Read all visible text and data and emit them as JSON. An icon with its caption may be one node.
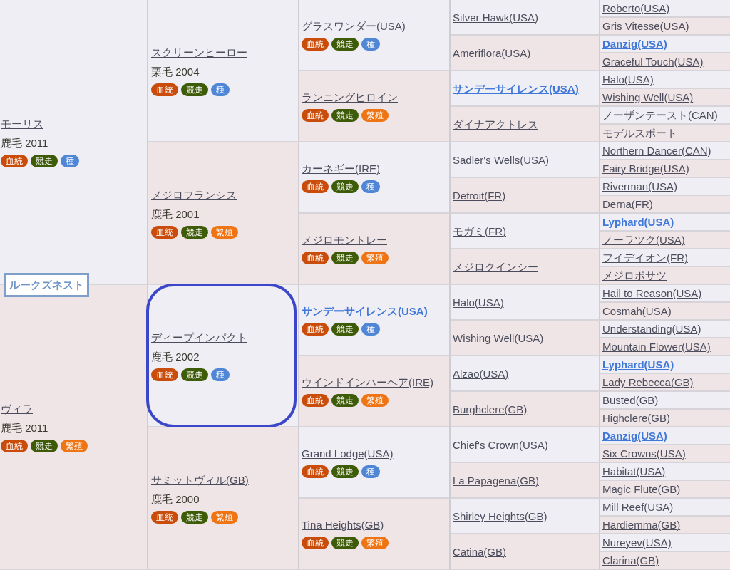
{
  "diagram": {
    "nodes": [
      {
        "text": [
          "モーリス",
          "鹿毛 2011"
        ]
      },
      {
        "text": [
          "血統"
        ],
        "in": 0
      },
      {
        "text": [
          "競走"
        ],
        "in": 0
      },
      {
        "text": [
          "種"
        ],
        "in": 0
      },
      {
        "text": [
          "スクリーンヒーロー",
          "栗毛 2004"
        ]
      },
      {
        "text": [
          "血統"
        ],
        "in": 4
      },
      {
        "text": [
          "競走"
        ],
        "in": 4
      },
      {
        "text": [
          "種"
        ],
        "in": 4
      },
      {
        "text": [
          "グラスワンダー(USA)"
        ]
      },
      {
        "text": [
          "血統"
        ],
        "in": 8
      },
      {
        "text": [
          "競走"
        ],
        "in": 8
      },
      {
        "text": [
          "種"
        ],
        "in": 8
      },
      {
        "text": [
          "Silver Hawk(USA)"
        ]
      },
      {
        "text": [
          "Roberto(USA)"
        ]
      },
      {
        "text": [
          "Gris Vitesse(USA)"
        ]
      },
      {
        "text": [
          "Ameriflora(USA)"
        ]
      },
      {
        "text": [
          "Danzig(USA)"
        ]
      },
      {
        "text": [
          "Graceful Touch(USA)"
        ]
      },
      {
        "text": [
          "ランニングヒロイン"
        ]
      },
      {
        "text": [
          "血統"
        ],
        "in": 18
      },
      {
        "text": [
          "競走"
        ],
        "in": 18
      },
      {
        "text": [
          "繁殖"
        ],
        "in": 18
      },
      {
        "text": [
          "サンデーサイレンス(USA)"
        ]
      },
      {
        "text": [
          "Halo(USA)"
        ]
      },
      {
        "text": [
          "Wishing Well(USA)"
        ]
      },
      {
        "text": [
          "ダイナアクトレス"
        ]
      },
      {
        "text": [
          "ノーザンテースト(CAN)"
        ]
      },
      {
        "text": [
          "モデルスポート"
        ]
      },
      {
        "text": [
          "メジロフランシス",
          "鹿毛 2001"
        ]
      },
      {
        "text": [
          "血統"
        ],
        "in": 28
      },
      {
        "text": [
          "競走"
        ],
        "in": 28
      },
      {
        "text": [
          "繁殖"
        ],
        "in": 28
      },
      {
        "text": [
          "カーネギー(IRE)"
        ]
      },
      {
        "text": [
          "血統"
        ],
        "in": 32
      },
      {
        "text": [
          "競走"
        ],
        "in": 32
      },
      {
        "text": [
          "種"
        ],
        "in": 32
      },
      {
        "text": [
          "Sadler's Wells(USA)"
        ]
      },
      {
        "text": [
          "Northern Dancer(CAN)"
        ]
      },
      {
        "text": [
          "Fairy Bridge(USA)"
        ]
      },
      {
        "text": [
          "Detroit(FR)"
        ]
      },
      {
        "text": [
          "Riverman(USA)"
        ]
      },
      {
        "text": [
          "Derna(FR)"
        ]
      },
      {
        "text": [
          "メジロモントレー"
        ]
      },
      {
        "text": [
          "血統"
        ],
        "in": 42
      },
      {
        "text": [
          "競走"
        ],
        "in": 42
      },
      {
        "text": [
          "繁殖"
        ],
        "in": 42
      },
      {
        "text": [
          "モガミ(FR)"
        ]
      },
      {
        "text": [
          "Lyphard(USA)"
        ]
      },
      {
        "text": [
          "ノーラツク(USA)"
        ]
      },
      {
        "text": [
          "メジロクインシー"
        ]
      },
      {
        "text": [
          "フイデイオン(FR)"
        ]
      },
      {
        "text": [
          "メジロボサツ"
        ]
      },
      {
        "text": [
          "ルークズネスト"
        ]
      },
      {
        "text": [
          "ヴィラ",
          "鹿毛 2011"
        ]
      },
      {
        "text": [
          "血統"
        ],
        "in": 53
      },
      {
        "text": [
          "競走"
        ],
        "in": 53
      },
      {
        "text": [
          "繁殖"
        ],
        "in": 53
      },
      {
        "text": [
          "ディープインパクト",
          "鹿毛 2002"
        ]
      },
      {
        "text": [
          "血統"
        ],
        "in": 57
      },
      {
        "text": [
          "競走"
        ],
        "in": 57
      },
      {
        "text": [
          "種"
        ],
        "in": 57
      },
      {
        "text": [
          "サンデーサイレンス(USA)"
        ]
      },
      {
        "text": [
          "血統"
        ],
        "in": 61
      },
      {
        "text": [
          "競走"
        ],
        "in": 61
      },
      {
        "text": [
          "種"
        ],
        "in": 61
      },
      {
        "text": [
          "Halo(USA)"
        ]
      },
      {
        "text": [
          "Hail to Reason(USA)"
        ]
      },
      {
        "text": [
          "Cosmah(USA)"
        ]
      },
      {
        "text": [
          "Wishing Well(USA)"
        ]
      },
      {
        "text": [
          "Understanding(USA)"
        ]
      },
      {
        "text": [
          "Mountain Flower(USA)"
        ]
      },
      {
        "text": [
          "ウインドインハーヘア(IRE)"
        ]
      },
      {
        "text": [
          "血統"
        ],
        "in": 71
      },
      {
        "text": [
          "競走"
        ],
        "in": 71
      },
      {
        "text": [
          "繁殖"
        ],
        "in": 71
      },
      {
        "text": [
          "Alzao(USA)"
        ]
      },
      {
        "text": [
          "Lyphard(USA)"
        ]
      },
      {
        "text": [
          "Lady Rebecca(GB)"
        ]
      },
      {
        "text": [
          "Burghclere(GB)"
        ]
      },
      {
        "text": [
          "Busted(GB)"
        ]
      },
      {
        "text": [
          "Highclere(GB)"
        ]
      },
      {
        "text": [
          "サミットヴィル(GB)",
          "鹿毛 2000"
        ]
      },
      {
        "text": [
          "血統"
        ],
        "in": 81
      },
      {
        "text": [
          "競走"
        ],
        "in": 81
      },
      {
        "text": [
          "繁殖"
        ],
        "in": 81
      },
      {
        "text": [
          "Grand Lodge(USA)"
        ]
      },
      {
        "text": [
          "血統"
        ],
        "in": 85
      },
      {
        "text": [
          "競走"
        ],
        "in": 85
      },
      {
        "text": [
          "種"
        ],
        "in": 85
      },
      {
        "text": [
          "Chief's Crown(USA)"
        ]
      },
      {
        "text": [
          "Danzig(USA)"
        ]
      },
      {
        "text": [
          "Six Crowns(USA)"
        ]
      },
      {
        "text": [
          "La Papagena(GB)"
        ]
      },
      {
        "text": [
          "Habitat(USA)"
        ]
      },
      {
        "text": [
          "Magic Flute(GB)"
        ]
      },
      {
        "text": [
          "Tina Heights(GB)"
        ]
      },
      {
        "text": [
          "血統"
        ],
        "in": 95
      },
      {
        "text": [
          "競走"
        ],
        "in": 95
      },
      {
        "text": [
          "繁殖"
        ],
        "in": 95
      },
      {
        "text": [
          "Shirley Heights(GB)"
        ]
      },
      {
        "text": [
          "Mill Reef(USA)"
        ]
      },
      {
        "text": [
          "Hardiemma(GB)"
        ]
      },
      {
        "text": [
          "Catina(GB)"
        ]
      },
      {
        "text": [
          "Nureyev(USA)"
        ]
      },
      {
        "text": [
          "Clarina(GB)"
        ]
      }
    ]
  }
}
